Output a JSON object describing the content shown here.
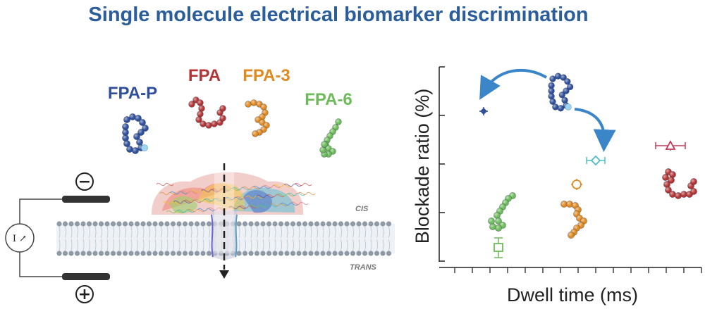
{
  "title": "Single molecule electrical biomarker discrimination",
  "colors": {
    "title": "#2b5d9a",
    "fpa_p": "#2f4f9a",
    "fpa": "#b23535",
    "fpa3": "#e08a22",
    "fpa6": "#6dbb5a",
    "cyan": "#4bbfc4",
    "magenta": "#c23a5a",
    "arrow": "#3a86c8",
    "membrane": "#8f9aa6",
    "electrode": "#333333"
  },
  "molecules": [
    {
      "id": "fpa-p",
      "label": "FPA-P",
      "color": "#2f4f9a"
    },
    {
      "id": "fpa",
      "label": "FPA",
      "color": "#b23535"
    },
    {
      "id": "fpa-3",
      "label": "FPA-3",
      "color": "#e08a22"
    },
    {
      "id": "fpa-6",
      "label": "FPA-6",
      "color": "#6dbb5a"
    }
  ],
  "setup": {
    "cis_label": "CIS",
    "trans_label": "TRANS",
    "meter_label": "I ↗",
    "minus_sign": "−",
    "plus_sign": "+"
  },
  "chart": {
    "xlabel": "Dwell time (ms)",
    "ylabel": "Blockade ratio (%)",
    "markers": [
      {
        "name": "fpa-p-marker",
        "color": "#2f4f9a",
        "symbol": "diamond"
      },
      {
        "name": "cyan-marker",
        "color": "#4bbfc4",
        "symbol": "diamond"
      },
      {
        "name": "magenta-marker",
        "color": "#c23a5a",
        "symbol": "triangle"
      },
      {
        "name": "orange-marker",
        "color": "#e08a22",
        "symbol": "circle"
      },
      {
        "name": "green-marker",
        "color": "#6dbb5a",
        "symbol": "square"
      }
    ]
  }
}
